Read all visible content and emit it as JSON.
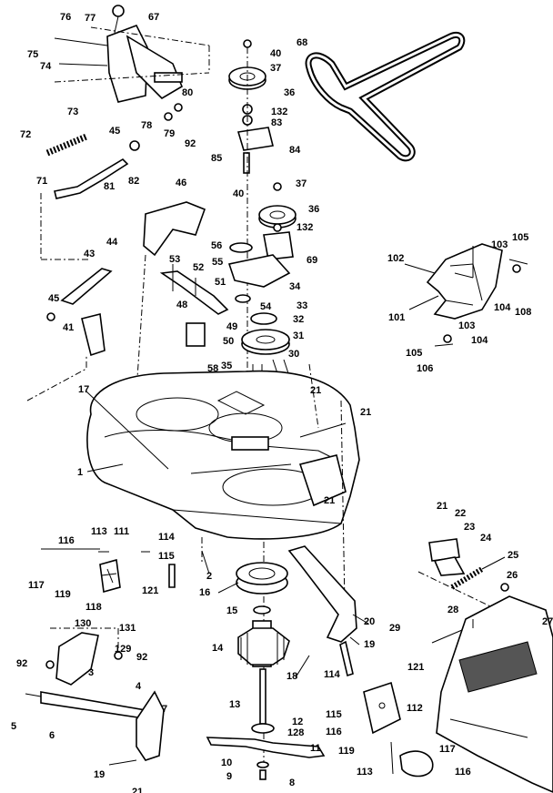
{
  "diagram": {
    "callouts": [
      {
        "id": "c76",
        "text": "76"
      },
      {
        "id": "c77",
        "text": "77"
      },
      {
        "id": "c67",
        "text": "67"
      },
      {
        "id": "c75",
        "text": "75"
      },
      {
        "id": "c74",
        "text": "74"
      },
      {
        "id": "c73",
        "text": "73"
      },
      {
        "id": "c80",
        "text": "80"
      },
      {
        "id": "c78",
        "text": "78"
      },
      {
        "id": "c79",
        "text": "79"
      },
      {
        "id": "c92a",
        "text": "92"
      },
      {
        "id": "c72",
        "text": "72"
      },
      {
        "id": "c45a",
        "text": "45"
      },
      {
        "id": "c81",
        "text": "81"
      },
      {
        "id": "c82",
        "text": "82"
      },
      {
        "id": "c71",
        "text": "71"
      },
      {
        "id": "c46",
        "text": "46"
      },
      {
        "id": "c44",
        "text": "44"
      },
      {
        "id": "c40a",
        "text": "40"
      },
      {
        "id": "c37a",
        "text": "37"
      },
      {
        "id": "c36a",
        "text": "36"
      },
      {
        "id": "c132a",
        "text": "132"
      },
      {
        "id": "c83",
        "text": "83"
      },
      {
        "id": "c84",
        "text": "84"
      },
      {
        "id": "c85",
        "text": "85"
      },
      {
        "id": "c68",
        "text": "68"
      },
      {
        "id": "c40b",
        "text": "40"
      },
      {
        "id": "c37b",
        "text": "37"
      },
      {
        "id": "c36b",
        "text": "36"
      },
      {
        "id": "c132b",
        "text": "132"
      },
      {
        "id": "c56",
        "text": "56"
      },
      {
        "id": "c69",
        "text": "69"
      },
      {
        "id": "c55",
        "text": "55"
      },
      {
        "id": "c51",
        "text": "51"
      },
      {
        "id": "c34",
        "text": "34"
      },
      {
        "id": "c54",
        "text": "54"
      },
      {
        "id": "c33",
        "text": "33"
      },
      {
        "id": "c32",
        "text": "32"
      },
      {
        "id": "c31",
        "text": "31"
      },
      {
        "id": "c30",
        "text": "30"
      },
      {
        "id": "c53",
        "text": "53"
      },
      {
        "id": "c52",
        "text": "52"
      },
      {
        "id": "c48",
        "text": "48"
      },
      {
        "id": "c49",
        "text": "49"
      },
      {
        "id": "c50",
        "text": "50"
      },
      {
        "id": "c58",
        "text": "58"
      },
      {
        "id": "c35",
        "text": "35"
      },
      {
        "id": "c43",
        "text": "43"
      },
      {
        "id": "c45b",
        "text": "45"
      },
      {
        "id": "c41",
        "text": "41"
      },
      {
        "id": "c17",
        "text": "17"
      },
      {
        "id": "c1",
        "text": "1"
      },
      {
        "id": "c21a",
        "text": "21"
      },
      {
        "id": "c21b",
        "text": "21"
      },
      {
        "id": "c21c",
        "text": "21"
      },
      {
        "id": "c102",
        "text": "102"
      },
      {
        "id": "c103a",
        "text": "103"
      },
      {
        "id": "c105a",
        "text": "105"
      },
      {
        "id": "c104a",
        "text": "104"
      },
      {
        "id": "c108",
        "text": "108"
      },
      {
        "id": "c101",
        "text": "101"
      },
      {
        "id": "c103b",
        "text": "103"
      },
      {
        "id": "c104b",
        "text": "104"
      },
      {
        "id": "c105b",
        "text": "105"
      },
      {
        "id": "c106",
        "text": "106"
      },
      {
        "id": "c113a",
        "text": "113"
      },
      {
        "id": "c111",
        "text": "111"
      },
      {
        "id": "c116a",
        "text": "116"
      },
      {
        "id": "c114a",
        "text": "114"
      },
      {
        "id": "c115a",
        "text": "115"
      },
      {
        "id": "c117a",
        "text": "117"
      },
      {
        "id": "c119a",
        "text": "119"
      },
      {
        "id": "c121a",
        "text": "121"
      },
      {
        "id": "c118",
        "text": "118"
      },
      {
        "id": "c2",
        "text": "2"
      },
      {
        "id": "c16",
        "text": "16"
      },
      {
        "id": "c15",
        "text": "15"
      },
      {
        "id": "c14",
        "text": "14"
      },
      {
        "id": "c13",
        "text": "13"
      },
      {
        "id": "c12",
        "text": "12"
      },
      {
        "id": "c128",
        "text": "128"
      },
      {
        "id": "c11",
        "text": "11"
      },
      {
        "id": "c10",
        "text": "10"
      },
      {
        "id": "c9",
        "text": "9"
      },
      {
        "id": "c8",
        "text": "8"
      },
      {
        "id": "c20",
        "text": "20"
      },
      {
        "id": "c18",
        "text": "18"
      },
      {
        "id": "c19b",
        "text": "19"
      },
      {
        "id": "c114b",
        "text": "114"
      },
      {
        "id": "c121b",
        "text": "121"
      },
      {
        "id": "c115b",
        "text": "115"
      },
      {
        "id": "c112",
        "text": "112"
      },
      {
        "id": "c116b",
        "text": "116"
      },
      {
        "id": "c119b",
        "text": "119"
      },
      {
        "id": "c113b",
        "text": "113"
      },
      {
        "id": "c117b",
        "text": "117"
      },
      {
        "id": "c116c",
        "text": "116"
      },
      {
        "id": "c21d",
        "text": "21"
      },
      {
        "id": "c22",
        "text": "22"
      },
      {
        "id": "c23",
        "text": "23"
      },
      {
        "id": "c24",
        "text": "24"
      },
      {
        "id": "c25",
        "text": "25"
      },
      {
        "id": "c26",
        "text": "26"
      },
      {
        "id": "c28",
        "text": "28"
      },
      {
        "id": "c29",
        "text": "29"
      },
      {
        "id": "c27",
        "text": "27"
      },
      {
        "id": "c130",
        "text": "130"
      },
      {
        "id": "c131",
        "text": "131"
      },
      {
        "id": "c92b",
        "text": "92"
      },
      {
        "id": "c129",
        "text": "129"
      },
      {
        "id": "c92c",
        "text": "92"
      },
      {
        "id": "c3",
        "text": "3"
      },
      {
        "id": "c4",
        "text": "4"
      },
      {
        "id": "c5",
        "text": "5"
      },
      {
        "id": "c6",
        "text": "6"
      },
      {
        "id": "c7",
        "text": "7"
      },
      {
        "id": "c19a",
        "text": "19"
      },
      {
        "id": "c21e",
        "text": "21"
      }
    ]
  }
}
